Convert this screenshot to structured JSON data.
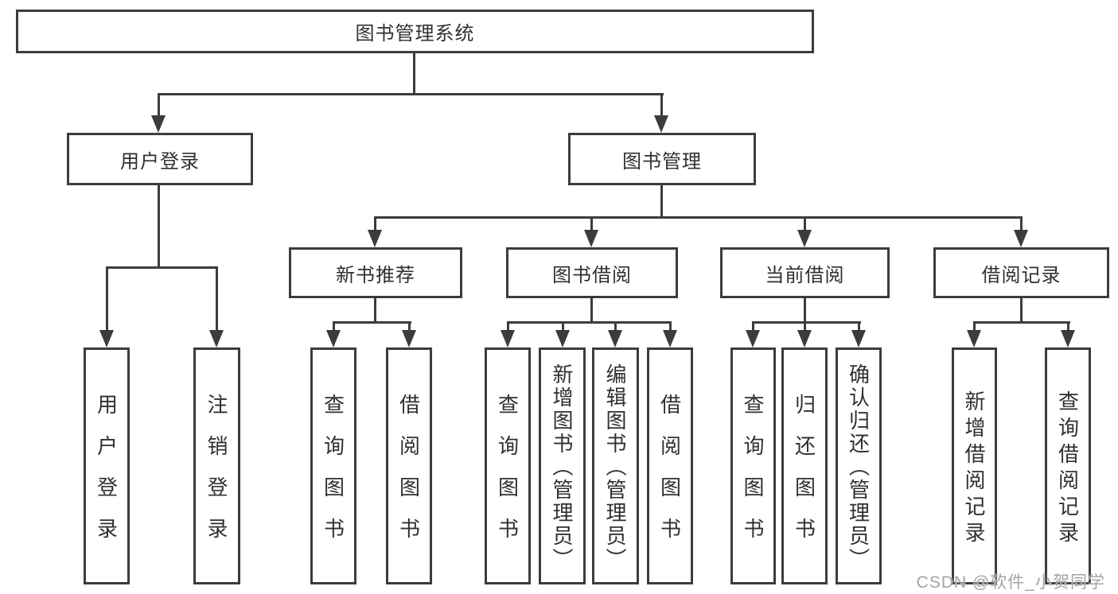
{
  "diagram_title": "图书管理系统",
  "nodes": {
    "root": "图书管理系统",
    "user_login": "用户登录",
    "book_mgmt": "图书管理",
    "leaf_user_login": "用户登录",
    "leaf_logout": "注销登录",
    "new_books": "新书推荐",
    "nb_query": "查询图书",
    "nb_borrow": "借阅图书",
    "book_borrow": "图书借阅",
    "bb_query": "查询图书",
    "bb_add": "新增图书（管理员）",
    "bb_edit": "编辑图书（管理员）",
    "bb_borrow": "借阅图书",
    "current_borrow": "当前借阅",
    "cb_query": "查询图书",
    "cb_return": "归还图书",
    "cb_confirm": "确认归还（管理员）",
    "borrow_records": "借阅记录",
    "br_add": "新增借阅记录",
    "br_query": "查询借阅记录"
  },
  "watermark": "CSDN @软件_小贺同学",
  "colors": {
    "line": "#3c3c3c",
    "text": "#303030",
    "watermark": "#a3a3a3",
    "background": "#ffffff"
  }
}
